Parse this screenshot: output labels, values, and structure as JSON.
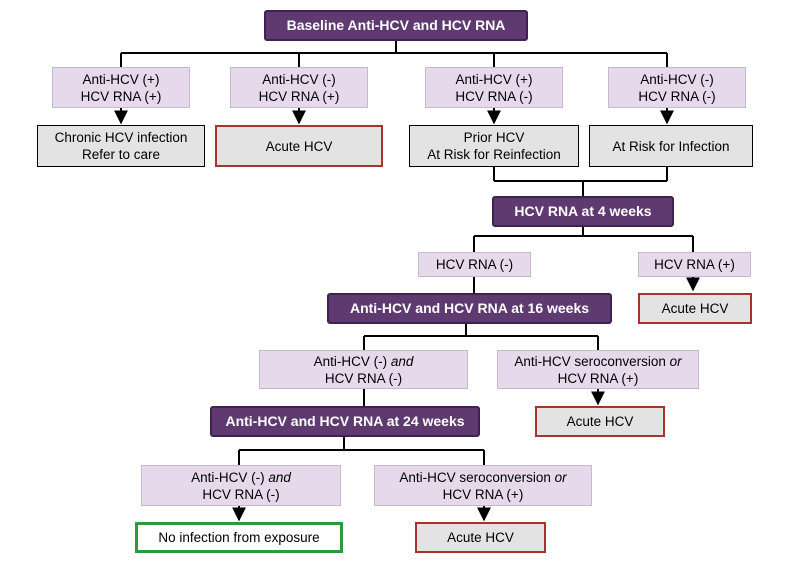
{
  "diagram": {
    "header_baseline": "Baseline Anti-HCV and HCV RNA",
    "row1": [
      {
        "line1": "Anti-HCV (+)",
        "line2": "HCV RNA (+)"
      },
      {
        "line1": "Anti-HCV (-)",
        "line2": "HCV RNA (+)"
      },
      {
        "line1": "Anti-HCV (+)",
        "line2": "HCV RNA (-)"
      },
      {
        "line1": "Anti-HCV (-)",
        "line2": "HCV RNA (-)"
      }
    ],
    "outcomes1": [
      {
        "line1": "Chronic HCV infection",
        "line2": "Refer to care"
      },
      {
        "line1": "Acute HCV"
      },
      {
        "line1": "Prior HCV",
        "line2": "At Risk for Reinfection"
      },
      {
        "line1": "At Risk for Infection"
      }
    ],
    "header_4wk": "HCV RNA  at 4 weeks",
    "rna_neg": "HCV RNA (-)",
    "rna_pos": "HCV RNA (+)",
    "acute_4wk": "Acute HCV",
    "header_16wk": "Anti-HCV and HCV RNA at 16 weeks",
    "neg16": {
      "a": "Anti-HCV (-) ",
      "a_em": "and",
      "b": "HCV RNA (-)"
    },
    "pos16": {
      "a": "Anti-HCV seroconversion ",
      "a_em": "or",
      "b": "HCV RNA (+)"
    },
    "acute_16wk": "Acute HCV",
    "header_24wk": "Anti-HCV and HCV RNA at 24 weeks",
    "neg24": {
      "a": "Anti-HCV (-) ",
      "a_em": "and",
      "b": "HCV RNA (-)"
    },
    "pos24": {
      "a": "Anti-HCV seroconversion ",
      "a_em": "or",
      "b": "HCV RNA (+)"
    },
    "no_infection": "No infection from exposure",
    "acute_24wk": "Acute HCV"
  }
}
